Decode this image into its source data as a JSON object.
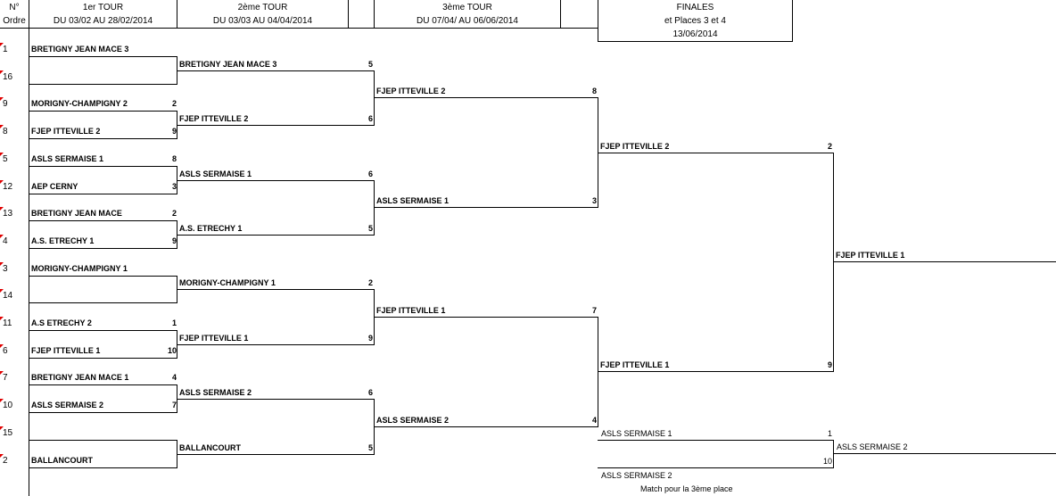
{
  "header": {
    "no": "N°",
    "ordre": "Ordre",
    "r1_title": "1er TOUR",
    "r1_dates": "DU 03/02 AU 28/02/2014",
    "r2_title": "2ème TOUR",
    "r2_dates": "DU 03/03 AU 04/04/2014",
    "r3_title": "3ème TOUR",
    "r3_dates": "DU 07/04/ AU 06/06/2014",
    "fin_title": "FINALES",
    "fin_sub": "et Places 3 et 4",
    "fin_date": "13/06/2014"
  },
  "order_numbers": [
    "1",
    "16",
    "9",
    "8",
    "5",
    "12",
    "13",
    "4",
    "3",
    "14",
    "11",
    "6",
    "7",
    "10",
    "15",
    "2"
  ],
  "round1": [
    {
      "name": "BRETIGNY JEAN MACE 3",
      "score": ""
    },
    {
      "name": "",
      "score": ""
    },
    {
      "name": "MORIGNY-CHAMPIGNY 2",
      "score": "2"
    },
    {
      "name": "FJEP ITTEVILLE 2",
      "score": "9"
    },
    {
      "name": "ASLS SERMAISE 1",
      "score": "8"
    },
    {
      "name": "AEP CERNY",
      "score": "3"
    },
    {
      "name": "BRETIGNY JEAN MACE",
      "score": "2"
    },
    {
      "name": "A.S. ETRECHY 1",
      "score": "9"
    },
    {
      "name": "MORIGNY-CHAMPIGNY 1",
      "score": ""
    },
    {
      "name": "",
      "score": ""
    },
    {
      "name": "A.S ETRECHY 2",
      "score": "1"
    },
    {
      "name": "FJEP ITTEVILLE 1",
      "score": "10"
    },
    {
      "name": "BRETIGNY JEAN MACE 1",
      "score": "4"
    },
    {
      "name": "ASLS SERMAISE 2",
      "score": "7"
    },
    {
      "name": "",
      "score": ""
    },
    {
      "name": "BALLANCOURT",
      "score": ""
    }
  ],
  "round2": [
    {
      "name": "BRETIGNY JEAN MACE 3",
      "score": "5"
    },
    {
      "name": "FJEP ITTEVILLE 2",
      "score": "6"
    },
    {
      "name": "ASLS SERMAISE 1",
      "score": "6"
    },
    {
      "name": "A.S. ETRECHY 1",
      "score": "5"
    },
    {
      "name": "MORIGNY-CHAMPIGNY 1",
      "score": "2"
    },
    {
      "name": "FJEP ITTEVILLE 1",
      "score": "9"
    },
    {
      "name": "ASLS SERMAISE 2",
      "score": "6"
    },
    {
      "name": "BALLANCOURT",
      "score": "5"
    }
  ],
  "round3": [
    {
      "name": "FJEP ITTEVILLE 2",
      "score": "8"
    },
    {
      "name": "ASLS SERMAISE 1",
      "score": "3"
    },
    {
      "name": "FJEP ITTEVILLE 1",
      "score": "7"
    },
    {
      "name": "ASLS SERMAISE 2",
      "score": "4"
    }
  ],
  "semis": [
    {
      "name": "FJEP ITTEVILLE 2",
      "score": "2"
    },
    {
      "name": "FJEP ITTEVILLE 1",
      "score": "9"
    }
  ],
  "winner": {
    "name": "FJEP ITTEVILLE 1"
  },
  "third_place": {
    "top_name": "ASLS SERMAISE 1",
    "top_score": "1",
    "bottom_score": "10",
    "bottom_name": "ASLS SERMAISE 2",
    "winner_name": "ASLS SERMAISE 2",
    "caption": "Match pour la 3ème place"
  }
}
